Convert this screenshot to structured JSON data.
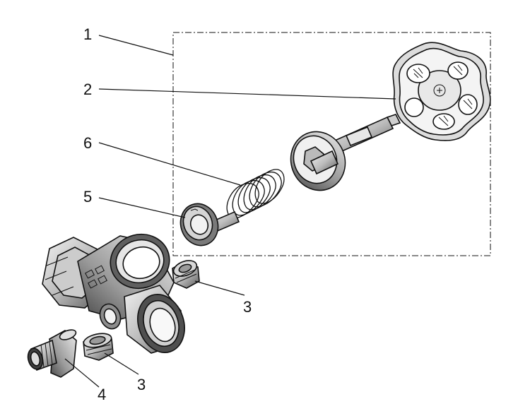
{
  "callouts": {
    "c1": "1",
    "c2": "2",
    "c3a": "3",
    "c3b": "3",
    "c4": "4",
    "c5": "5",
    "c6": "6"
  },
  "colors": {
    "line": "#111111",
    "shade_dark": "#555555",
    "shade_mid": "#9a9a9a",
    "shade_light": "#d8d8d8",
    "background": "#ffffff"
  }
}
